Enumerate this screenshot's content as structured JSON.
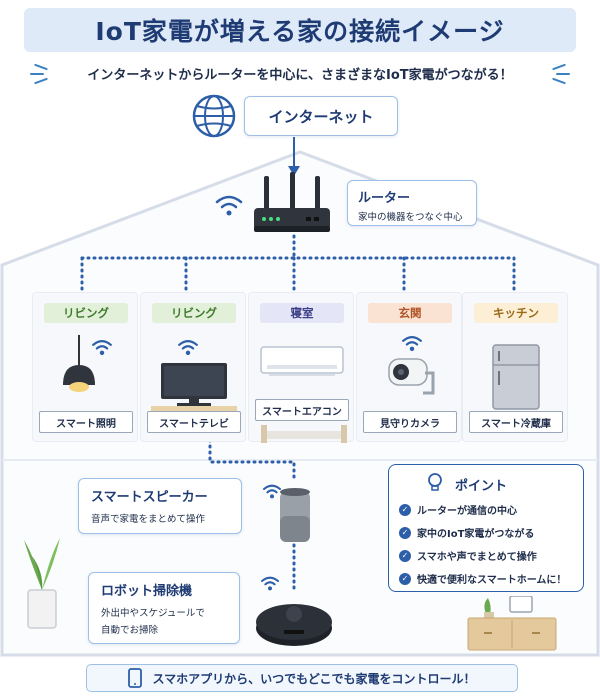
{
  "title": "IoT家電が増える家の接続イメージ",
  "subtitle": "インターネットからルーターを中心に、さまざまなIoT家電がつながる！",
  "internet": {
    "label": "インターネット"
  },
  "router": {
    "title": "ルーター",
    "desc": "家中の機器をつなぐ中心"
  },
  "rooms": [
    {
      "room": "リビング",
      "device": "スマート照明",
      "color": "#e2f0d9",
      "text_color": "#3d7a2a"
    },
    {
      "room": "リビング",
      "device": "スマートテレビ",
      "color": "#e2f0d9",
      "text_color": "#3d7a2a"
    },
    {
      "room": "寝室",
      "device": "スマートエアコン",
      "color": "#e4e5f6",
      "text_color": "#3b3f86"
    },
    {
      "room": "玄関",
      "device": "見守りカメラ",
      "color": "#fbe3d3",
      "text_color": "#b2562a"
    },
    {
      "room": "キッチン",
      "device": "スマート冷蔵庫",
      "color": "#fcefd6",
      "text_color": "#9a6a17"
    }
  ],
  "speaker": {
    "title": "スマートスピーカー",
    "desc": "音声で家電をまとめて操作"
  },
  "robot": {
    "title": "ロボット掃除機",
    "desc1": "外出中やスケジュールで",
    "desc2": "自動でお掃除"
  },
  "points": {
    "title": "ポイント",
    "items": [
      "ルーターが通信の中心",
      "家中のIoT家電がつながる",
      "スマホや声でまとめて操作",
      "快適で便利なスマートホームに！"
    ]
  },
  "footer": "スマホアプリから、いつでもどこでも家電をコントロール！",
  "colors": {
    "accent": "#2c5fa8",
    "line": "#2c5fa8",
    "house_outline": "#d6dde8"
  }
}
